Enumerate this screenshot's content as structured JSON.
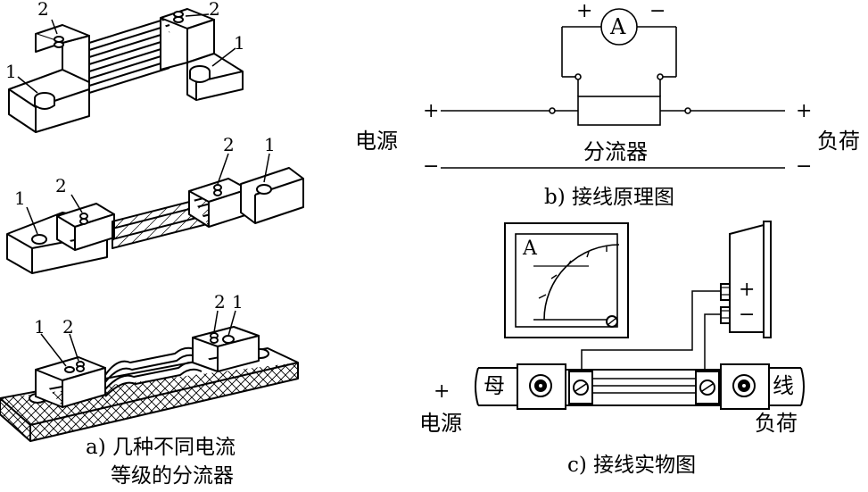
{
  "panel_a": {
    "caption_line1": "a) 几种不同电流",
    "caption_line2": "等级的分流器",
    "callout_1": "1",
    "callout_2": "2"
  },
  "panel_b": {
    "ammeter_symbol": "A",
    "plus": "+",
    "minus": "−",
    "source_label": "电源",
    "load_label": "负荷",
    "shunt_label": "分流器",
    "caption": "b) 接线原理图"
  },
  "panel_c": {
    "meter_face_letter": "A",
    "bus_left_label": "母",
    "bus_right_label": "线",
    "source_label": "电源",
    "load_label": "负荷",
    "plus": "+",
    "minus": "−",
    "caption": "c) 接线实物图"
  }
}
